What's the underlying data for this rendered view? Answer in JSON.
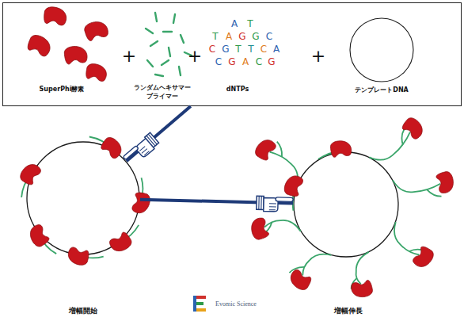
{
  "diagram": {
    "nodes": [
      {
        "text": [
          "SuperPhi酵素",
          "ランダムヘキサマー プライマー",
          "dNTPs"
        ]
      },
      {
        "text": [
          "テンプレートDNA"
        ],
        "in": 0
      },
      {
        "text": [
          "増幅開始"
        ]
      },
      {
        "text": [
          "増幅伸長"
        ]
      }
    ],
    "edges": [
      {
        "from": 0,
        "to": 2,
        "arrow": "to"
      },
      {
        "from": 2,
        "to": 3,
        "arrow": "to"
      }
    ],
    "labels": [
      "+",
      "+",
      "A",
      "T",
      "T",
      "A",
      "G",
      "G",
      "C",
      "C",
      "G",
      "T",
      "T",
      "C",
      "A",
      "C",
      "G",
      "A",
      "C",
      "G",
      "+",
      "Evomic Science"
    ]
  }
}
